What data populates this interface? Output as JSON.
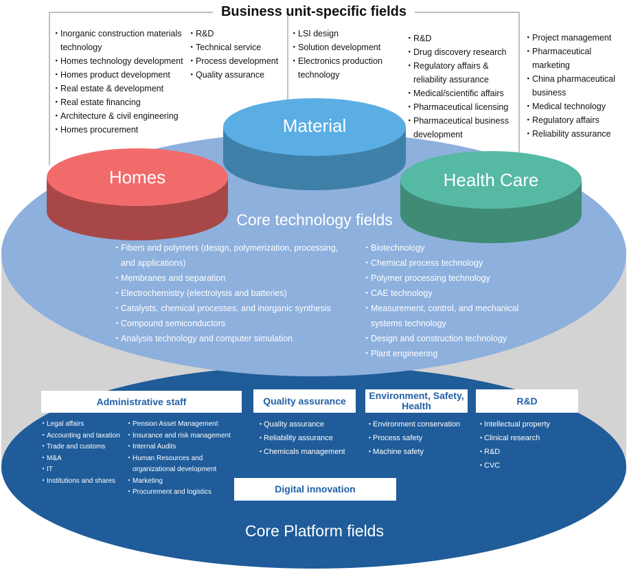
{
  "business_units": {
    "title": "Business unit-specific fields",
    "columns": [
      [
        "Inorganic construction materials technology",
        "Homes technology development",
        "Homes product development",
        "Real estate & development",
        "Real estate financing",
        "Architecture & civil engineering",
        "Homes procurement"
      ],
      [
        "R&D",
        "Technical service",
        "Process development",
        "Quality assurance"
      ],
      [
        "LSI design",
        "Solution development",
        "Electronics production technology"
      ],
      [
        "R&D",
        "Drug discovery research",
        "Regulatory affairs & reliability assurance",
        "Medical/scientific affairs",
        "Pharmaceutical licensing",
        "Pharmaceutical business development"
      ],
      [
        "Project management",
        "Pharmaceutical marketing",
        "China pharmaceutical business",
        "Medical technology",
        "Regulatory affairs",
        "Reliability assurance"
      ]
    ]
  },
  "discs": {
    "homes": "Homes",
    "material": "Material",
    "health_care": "Health Care"
  },
  "colors": {
    "homes": "#f26b6b",
    "material": "#5aaee3",
    "health_care": "#55b9a3",
    "core": "#8db0dd",
    "platform": "#1f5c99"
  },
  "core": {
    "title": "Core technology fields",
    "left": [
      "Fibers and polymers (design, polymerization, processing, and applications)",
      "Membranes and separation",
      "Electrochemistry (electrolysis and batteries)",
      "Catalysts, chemical processes, and inorganic synthesis",
      "Compound semiconductors",
      "Analysis technology and computer simulation"
    ],
    "right": [
      "Biotechnology",
      "Chemical process technology",
      "Polymer processing technology",
      "CAE technology",
      "Measurement, control, and mechanical systems technology",
      "Design and construction technology",
      "Plant engineering"
    ]
  },
  "platform": {
    "title": "Core Platform fields",
    "admin": {
      "label": "Administrative staff",
      "col1": [
        "Legal affairs",
        "Accounting and taxation",
        "Trade and customs",
        "M&A",
        "IT",
        "Institutions and shares"
      ],
      "col2": [
        "Pension Asset Management",
        "Insurance and risk management",
        "Internal Audits",
        "Human Resources and organizational development",
        "Marketing",
        "Procurement and logistics"
      ]
    },
    "quality": {
      "label": "Quality assurance",
      "items": [
        "Quality assurance",
        "Reliability assurance",
        "Chemicals management"
      ]
    },
    "esh": {
      "label": "Environment, Safety, Health",
      "items": [
        "Environment conservation",
        "Process safety",
        "Machine safety"
      ]
    },
    "rd": {
      "label": "R&D",
      "items": [
        "Intellectual property",
        "Clinical research",
        "R&D",
        "CVC"
      ]
    },
    "digital": {
      "label": "Digital innovation"
    }
  }
}
